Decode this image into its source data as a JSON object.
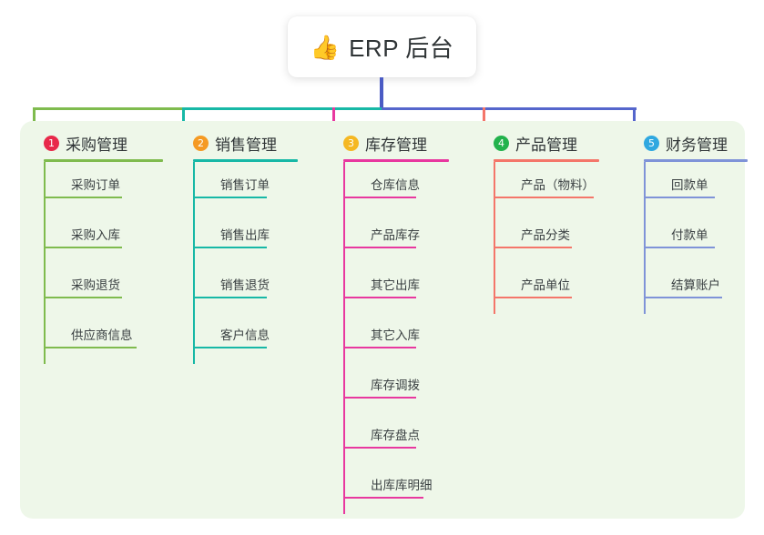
{
  "root": {
    "icon": "thumbs-up-icon",
    "icon_glyph": "👍",
    "title": "ERP 后台"
  },
  "colors": {
    "panel_bg": "#eef7e9",
    "page_bg": "#ffffff",
    "text": "#2f3436",
    "stem": "#4a5bc4",
    "branch_green": "#7fbb4e",
    "branch_teal": "#17b8a6",
    "branch_blue": "#5566cc",
    "col1_line": "#7fbb4e",
    "col2_line": "#17b8a6",
    "col3_line": "#e8389f",
    "col4_line": "#f4766a",
    "col5_line": "#7f93d8",
    "badge1": "#e8294a",
    "badge2": "#f59a23",
    "badge3": "#f5b823",
    "badge4": "#22b24c",
    "badge5": "#2fa8e0"
  },
  "columns": [
    {
      "index": "1",
      "title": "采购管理",
      "badge_color": "#e8294a",
      "line_color": "#7fbb4e",
      "items": [
        {
          "label": "采购订单"
        },
        {
          "label": "采购入库"
        },
        {
          "label": "采购退货"
        },
        {
          "label": "供应商信息"
        }
      ]
    },
    {
      "index": "2",
      "title": "销售管理",
      "badge_color": "#f59a23",
      "line_color": "#17b8a6",
      "items": [
        {
          "label": "销售订单"
        },
        {
          "label": "销售出库"
        },
        {
          "label": "销售退货"
        },
        {
          "label": "客户信息"
        }
      ]
    },
    {
      "index": "3",
      "title": "库存管理",
      "badge_color": "#f5b823",
      "line_color": "#e8389f",
      "items": [
        {
          "label": "仓库信息"
        },
        {
          "label": "产品库存"
        },
        {
          "label": "其它出库"
        },
        {
          "label": "其它入库"
        },
        {
          "label": "库存调拨"
        },
        {
          "label": "库存盘点"
        },
        {
          "label": "出库库明细"
        }
      ]
    },
    {
      "index": "4",
      "title": "产品管理",
      "badge_color": "#22b24c",
      "line_color": "#f4766a",
      "items": [
        {
          "label": "产品（物料）"
        },
        {
          "label": "产品分类"
        },
        {
          "label": "产品单位"
        }
      ]
    },
    {
      "index": "5",
      "title": "财务管理",
      "badge_color": "#2fa8e0",
      "line_color": "#7f93d8",
      "items": [
        {
          "label": "回款单"
        },
        {
          "label": "付款单"
        },
        {
          "label": "结算账户"
        }
      ]
    }
  ]
}
